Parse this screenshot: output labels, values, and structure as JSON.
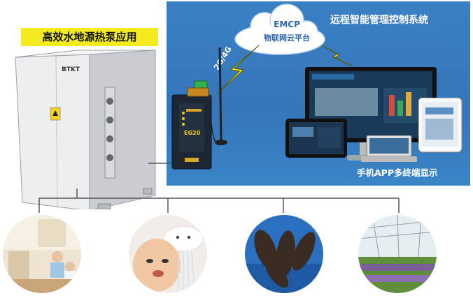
{
  "heatpump": {
    "title": "高效水地源热泵应用",
    "brand": "BTKT"
  },
  "system": {
    "title": "远程智能管理控制系统"
  },
  "cloud": {
    "line1": "EMCP",
    "line2": "物联网云平台"
  },
  "network": {
    "label": "2G/4G"
  },
  "gateway": {
    "model": "EG20"
  },
  "display": {
    "label": "手机APP多终端显示"
  },
  "colors": {
    "panel_blue": "#3a7fc4",
    "title_yellow": "#f3ea1f",
    "line_gray": "#555555"
  },
  "photos": [
    "home-family-photo",
    "child-shower-photo",
    "sea-cucumber-photo",
    "greenhouse-photo"
  ]
}
